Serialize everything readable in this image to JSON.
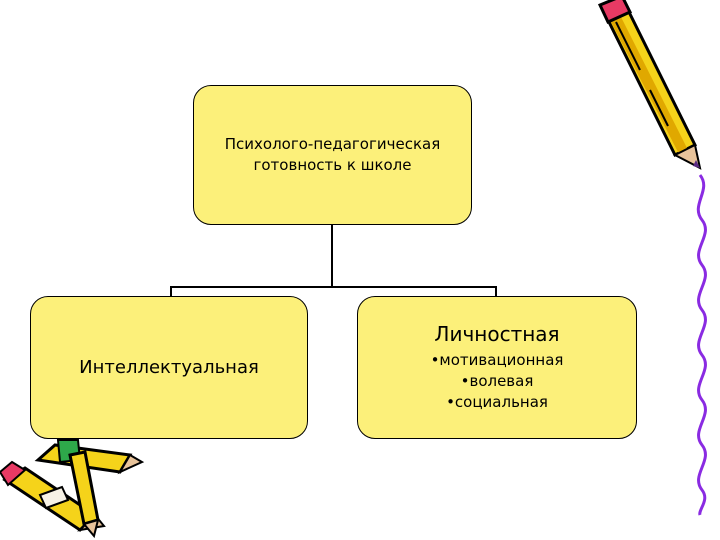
{
  "diagram": {
    "root": {
      "line1": "Психолого-педагогическая",
      "line2": "готовность к школе"
    },
    "left": {
      "label": "Интеллектуальная"
    },
    "right": {
      "label": "Личностная",
      "items": [
        "•мотивационная",
        "•волевая",
        "•социальная"
      ]
    }
  },
  "colors": {
    "box_fill": "#fcf07a",
    "border": "#000000",
    "right_edge": "#8a2be2"
  },
  "decorations": [
    "pencil-clipart-icon",
    "pencils-clipart-icon",
    "wavy-edge-line"
  ]
}
